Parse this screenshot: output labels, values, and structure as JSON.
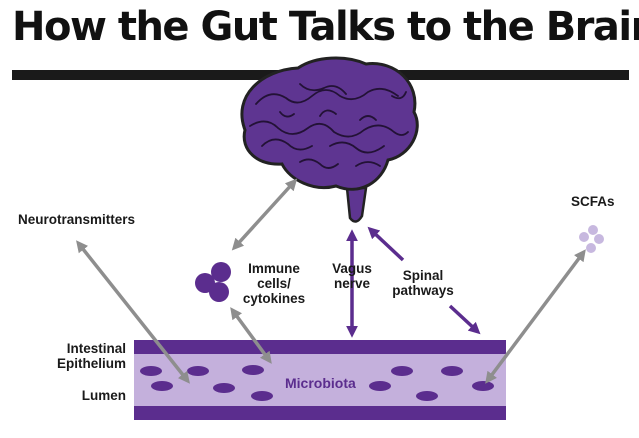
{
  "title": "How the Gut Talks to the Brain",
  "labels": {
    "neurotransmitters": "Neurotransmitters",
    "immune_line1": "Immune",
    "immune_line2": "cells/",
    "immune_line3": "cytokines",
    "vagus_line1": "Vagus",
    "vagus_line2": "nerve",
    "spinal_line1": "Spinal",
    "spinal_line2": "pathways",
    "scfas": "SCFAs",
    "epithelium_line1": "Intestinal",
    "epithelium_line2": "Epithelium",
    "lumen": "Lumen",
    "microbiota": "Microbiota"
  },
  "colors": {
    "purple_dark": "#5b2d8e",
    "purple_light": "#c4b0dc",
    "gray_arrow": "#8e8e8e",
    "scfa_dots": "#c7b8df",
    "brain": "#5e3591"
  },
  "icons": [
    "brain-icon",
    "immune-cells-icon",
    "scfa-dots-icon"
  ]
}
